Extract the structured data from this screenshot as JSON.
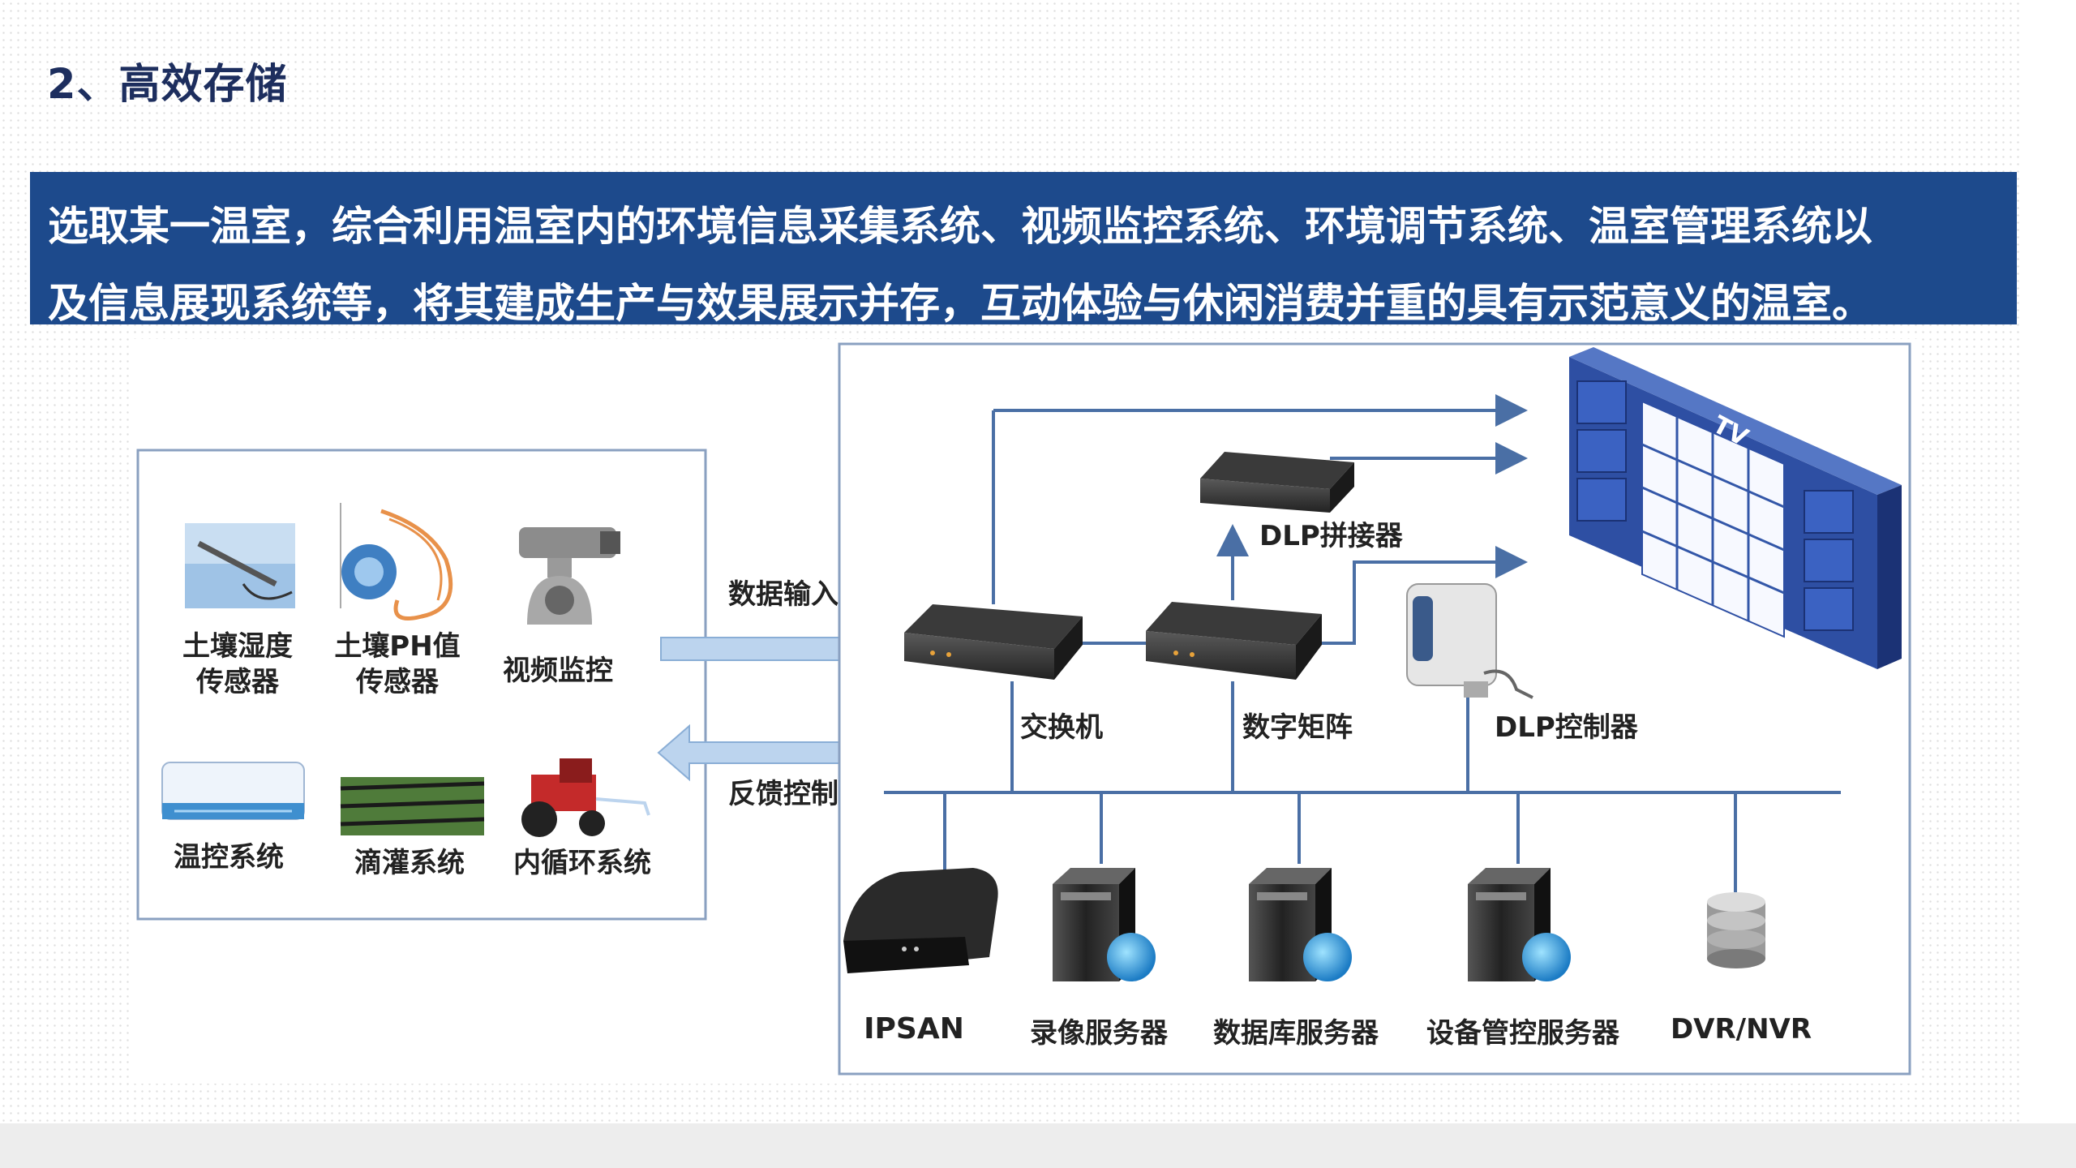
{
  "title": "2、高效存储",
  "banner": {
    "line1": "选取某一温室，综合利用温室内的环境信息采集系统、视频监控系统、环境调节系统、温室管理系统以",
    "line2": "及信息展现系统等，将其建成生产与效果展示并存，互动体验与休闲消费并重的具有示范意义的温室。"
  },
  "devices": {
    "soil_humidity": [
      "土壤湿度",
      "传感器"
    ],
    "soil_ph": [
      "土壤PH值",
      "传感器"
    ],
    "video": "视频监控",
    "temp_control": "温控系统",
    "drip": "滴灌系统",
    "circulation": "内循环系统"
  },
  "flows": {
    "input": "数据输入",
    "feedback": "反馈控制"
  },
  "network": {
    "switch": "交换机",
    "matrix": "数字矩阵",
    "dlp_splicer": "DLP拼接器",
    "dlp_controller": "DLP控制器",
    "tv": "TV",
    "ipsan": "IPSAN",
    "recorder": "录像服务器",
    "db_server": "数据库服务器",
    "device_server": "设备管控服务器",
    "dvr": "DVR/NVR"
  },
  "colors": {
    "banner_bg": "#1d4a8c",
    "title": "#1d2e5e",
    "line": "#4a6fa5",
    "arrow": "#bcd4ee"
  }
}
